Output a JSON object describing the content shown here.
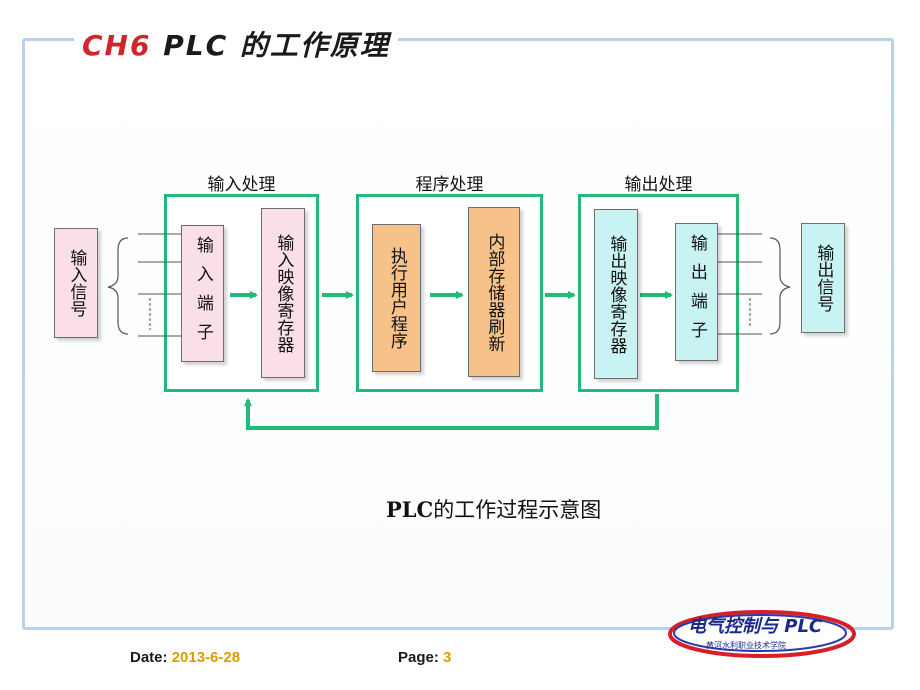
{
  "slide_title": {
    "chapter": "CH6",
    "rest": " PLC 的工作原理"
  },
  "stages": {
    "input": "输入处理",
    "program": "程序处理",
    "output": "输出处理"
  },
  "blocks": {
    "input_signal": "输入信号",
    "input_terminal": "输入端子",
    "input_image_register": "输入映像寄存器",
    "execute_user_program": "执行用户程序",
    "internal_memory_refresh": "内部存储器刷新",
    "output_image_register": "输出映像寄存器",
    "output_terminal": "输出端子",
    "output_signal": "输出信号"
  },
  "caption": {
    "plc": "PLC",
    "rest": "的工作过程示意图"
  },
  "footer": {
    "date_label": "Date:",
    "date_value": "2013-6-28",
    "page_label": "Page:",
    "page_value": "3"
  },
  "logo": {
    "main": "电气控制与 PLC",
    "sub": "黄河水利职业技术学院"
  },
  "colors": {
    "frame": "#b8d2ec",
    "flow_green": "#22b979",
    "title_red": "#d0262a",
    "input_pink": "#fbdfe6",
    "program_orange": "#f7c18a",
    "output_cyan": "#c9f3f3",
    "footer_value": "#d4a100"
  }
}
